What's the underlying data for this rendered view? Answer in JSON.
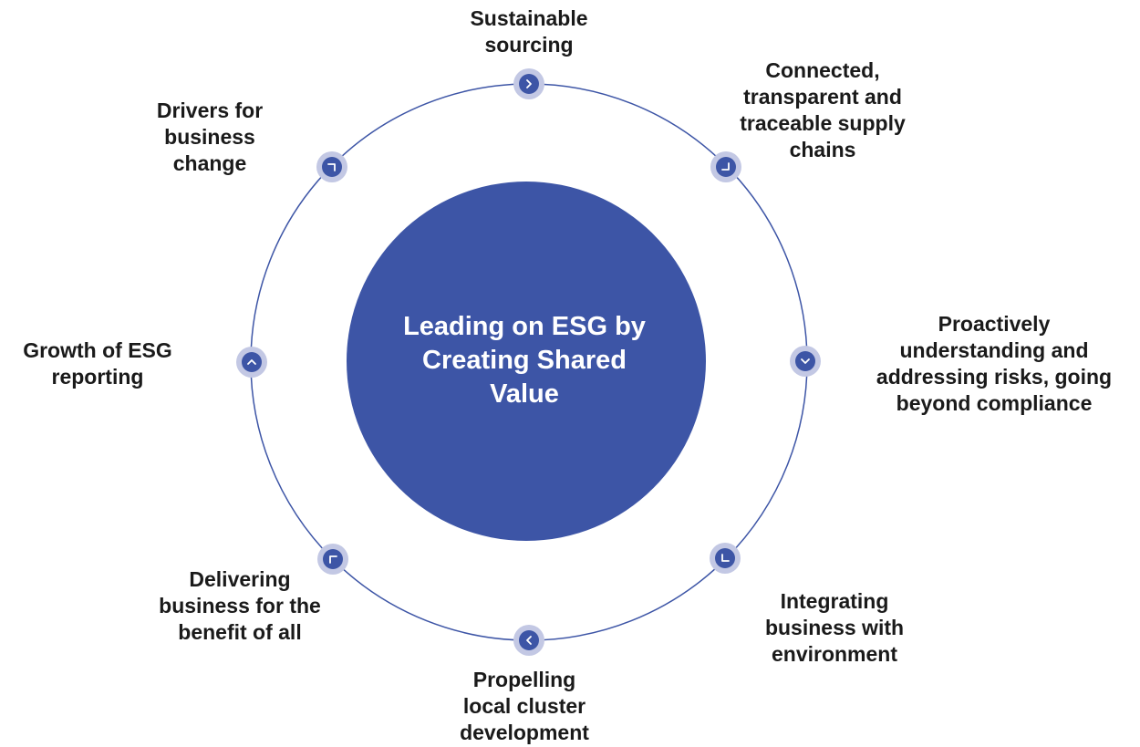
{
  "diagram": {
    "center": {
      "text": "Leading on ESG by\nCreating Shared\nValue"
    },
    "nodes": [
      {
        "id": "sustainable",
        "label": "Sustainable\nsourcing",
        "icon": "chevron-right-icon"
      },
      {
        "id": "connected",
        "label": "Connected,\ntransparent and\ntraceable  supply\nchains",
        "icon": "corner-up-left-icon"
      },
      {
        "id": "proactive",
        "label": "Proactively\nunderstanding and\naddressing risks, going\nbeyond compliance",
        "icon": "chevron-down-icon"
      },
      {
        "id": "integrating",
        "label": "Integrating\nbusiness with\nenvironment",
        "icon": "corner-down-right-icon"
      },
      {
        "id": "propelling",
        "label": "Propelling\nlocal cluster\ndevelopment",
        "icon": "chevron-left-icon"
      },
      {
        "id": "delivering",
        "label": "Delivering\nbusiness for the\nbenefit of all",
        "icon": "corner-down-left-icon"
      },
      {
        "id": "growth",
        "label": "Growth of ESG\nreporting",
        "icon": "chevron-up-icon"
      },
      {
        "id": "drivers",
        "label": "Drivers for\nbusiness\nchange",
        "icon": "corner-up-right-icon"
      }
    ],
    "colors": {
      "center_fill": "#3d55a6",
      "ring_stroke": "#3d55a6",
      "node_outer": "#c3c8e4",
      "node_inner": "#3d55a6",
      "icon_stroke": "#ffffff",
      "label_text": "#1a1a1a"
    }
  }
}
